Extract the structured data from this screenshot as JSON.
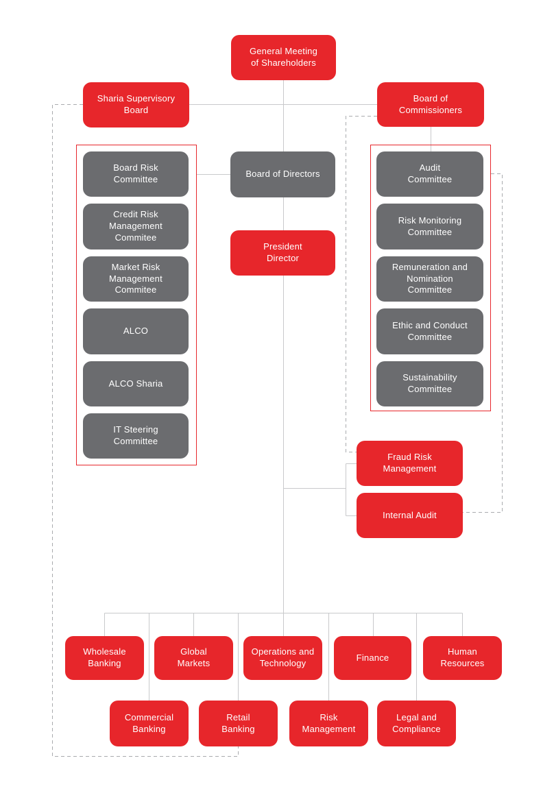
{
  "title": "Organizational structure chart",
  "colors": {
    "red_box": "#E7262B",
    "gray_box": "#6B6C6F",
    "solid_line": "#C8C9CB",
    "dashed_line": "#A9ABAE",
    "text": "#FFFFFF",
    "background": "#FFFFFF"
  },
  "nodes": {
    "gms": {
      "label": "General Meeting\nof Shareholders",
      "type": "red"
    },
    "ssb": {
      "label": "Sharia Supervisory\nBoard",
      "type": "red"
    },
    "boc": {
      "label": "Board of\nCommissioners",
      "type": "red"
    },
    "bod": {
      "label": "Board of Directors",
      "type": "gray"
    },
    "pd": {
      "label": "President\nDirector",
      "type": "red"
    },
    "brc": {
      "label": "Board Risk\nCommittee",
      "type": "gray"
    },
    "crmc": {
      "label": "Credit Risk\nManagement\nCommitee",
      "type": "gray"
    },
    "mrmc": {
      "label": "Market Risk\nManagement\nCommitee",
      "type": "gray"
    },
    "alco": {
      "label": "ALCO",
      "type": "gray"
    },
    "alcos": {
      "label": "ALCO Sharia",
      "type": "gray"
    },
    "itsc": {
      "label": "IT Steering\nCommittee",
      "type": "gray"
    },
    "ac": {
      "label": "Audit\nCommittee",
      "type": "gray"
    },
    "rmc": {
      "label": "Risk Monitoring\nCommittee",
      "type": "gray"
    },
    "rnc": {
      "label": "Remuneration and\nNomination\nCommittee",
      "type": "gray"
    },
    "ecc": {
      "label": "Ethic and Conduct\nCommittee",
      "type": "gray"
    },
    "sc": {
      "label": "Sustainability\nCommittee",
      "type": "gray"
    },
    "frm": {
      "label": "Fraud Risk\nManagement",
      "type": "red"
    },
    "ia": {
      "label": "Internal Audit",
      "type": "red"
    },
    "wb": {
      "label": "Wholesale\nBanking",
      "type": "red"
    },
    "glm": {
      "label": "Global\nMarkets",
      "type": "red"
    },
    "ot": {
      "label": "Operations and\nTechnology",
      "type": "red"
    },
    "fin": {
      "label": "Finance",
      "type": "red"
    },
    "hr": {
      "label": "Human\nResources",
      "type": "red"
    },
    "cb": {
      "label": "Commercial\nBanking",
      "type": "red"
    },
    "rb": {
      "label": "Retail\nBanking",
      "type": "red"
    },
    "rm": {
      "label": "Risk\nManagement",
      "type": "red"
    },
    "lc": {
      "label": "Legal and\nCompliance",
      "type": "red"
    }
  },
  "edges": {
    "solid": [
      "General Meeting of Shareholders - Sharia Supervisory Board",
      "General Meeting of Shareholders - Board of Commissioners",
      "General Meeting of Shareholders - Board of Directors",
      "Board of Commissioners - commissioner committees group",
      "Board Risk Committee group - Board of Directors",
      "Board of Directors - President Director",
      "President Director - Fraud Risk Management",
      "President Director - Internal Audit",
      "President Director - Wholesale Banking",
      "President Director - Global Markets",
      "President Director - Operations and Technology",
      "President Director - Finance",
      "President Director - Human Resources",
      "President Director - Commercial Banking",
      "President Director - Retail Banking",
      "President Director - Risk Management",
      "President Director - Legal and Compliance"
    ],
    "dashed": [
      "Sharia Supervisory Board - Retail Banking",
      "Board of Commissioners - Fraud Risk Management",
      "Audit Committee - Internal Audit"
    ]
  }
}
